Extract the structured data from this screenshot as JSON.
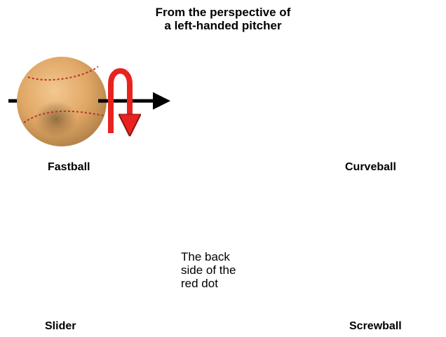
{
  "title_line1": "From the perspective of",
  "title_line2": "a left-handed pitcher",
  "pitches": {
    "fastball": "Fastball",
    "curveball": "Curveball",
    "slider": "Slider",
    "screwball": "Screwball"
  },
  "note": {
    "line1": "The back",
    "line2": "side of the",
    "line3": "red dot"
  },
  "colors": {
    "ball": "#e0a766",
    "ball_dark": "#8a6a3c",
    "stitch": "#b8322e",
    "spin": "#e8231f",
    "arrow": "#000000"
  }
}
